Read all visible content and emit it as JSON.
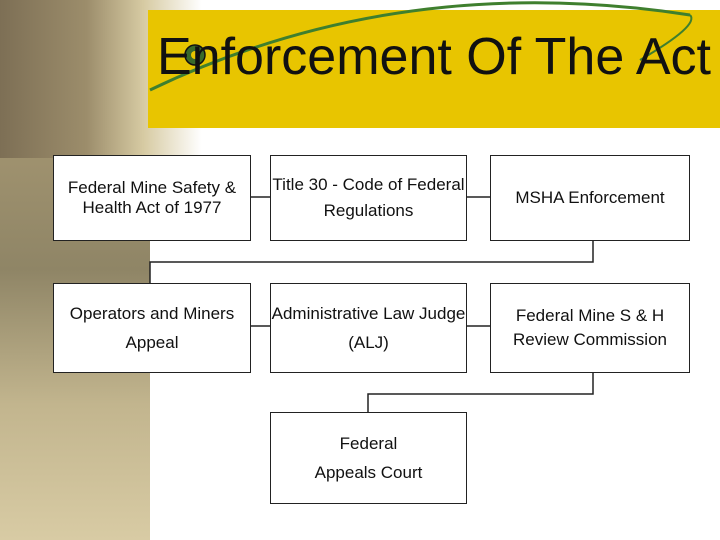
{
  "title": "Enforcement Of The Act",
  "boxes": {
    "federal_act": "Federal Mine Safety & Health Act of 1977",
    "title30": "Title 30 - Code of Federal Regulations",
    "msha": "MSHA Enforcement",
    "operators": "Operators and Miners Appeal",
    "alj": "Administrative Law Judge (ALJ)",
    "review": "Federal Mine S & H Review Commission",
    "appeals": "Federal Appeals Court"
  },
  "colors": {
    "accent": "#e8c500",
    "swoosh": "#3f7f2e",
    "border": "#222222"
  }
}
